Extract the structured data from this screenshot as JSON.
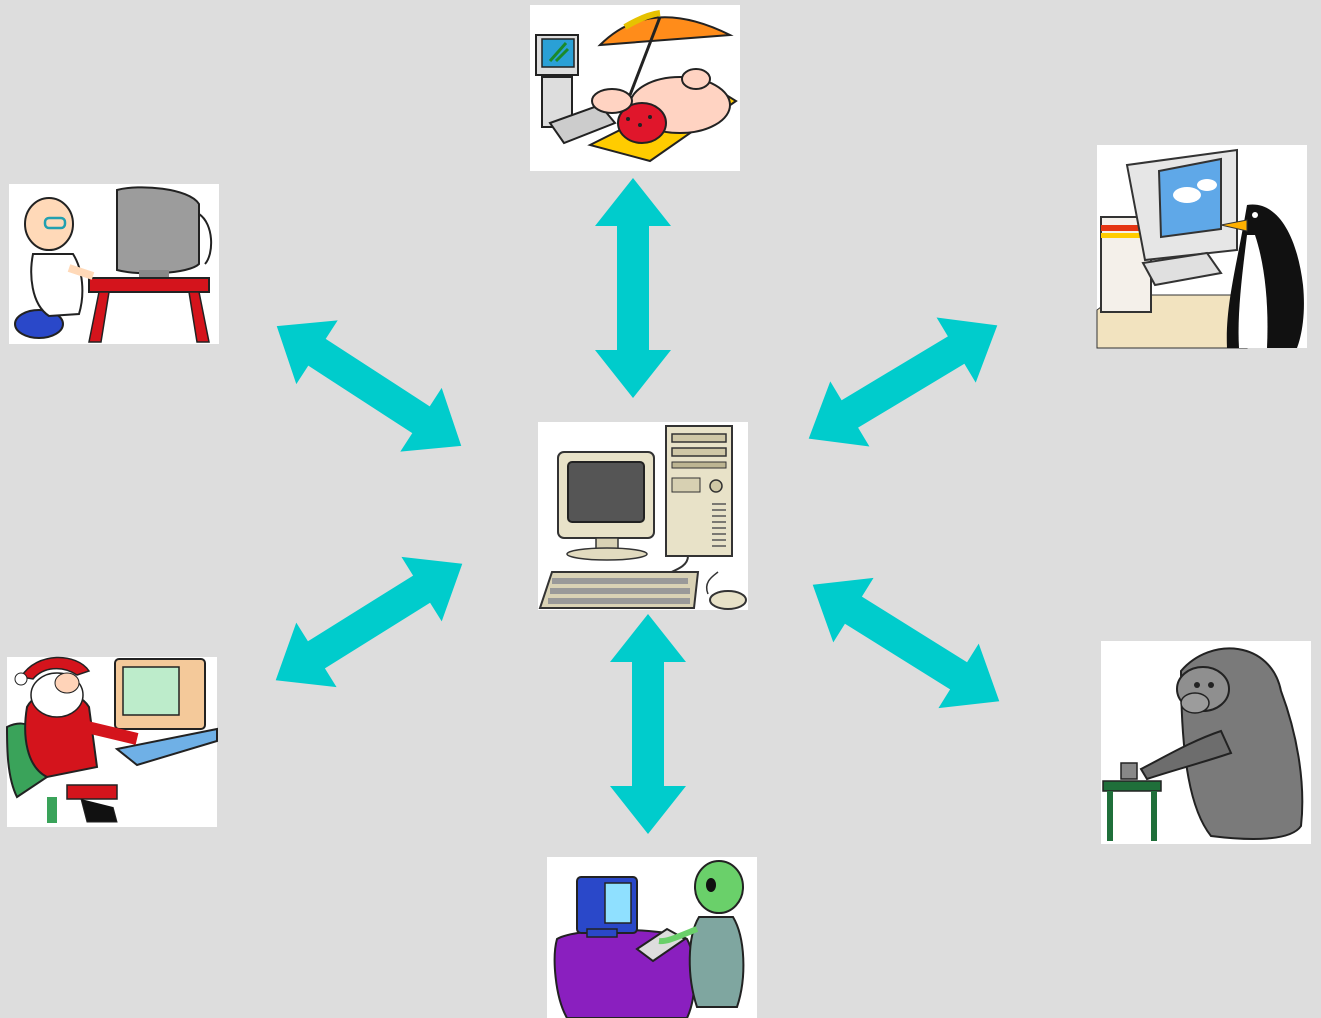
{
  "colors": {
    "background": "#dddddd",
    "arrow": "#00cccc",
    "tile": "#ffffff"
  },
  "hub": {
    "icon": "desktop-computer-icon"
  },
  "nodes": [
    {
      "id": "beach",
      "icon": "sunbather-laptop-icon"
    },
    {
      "id": "penguin",
      "icon": "penguin-computer-icon"
    },
    {
      "id": "gorilla",
      "icon": "gorilla-computer-icon"
    },
    {
      "id": "alien",
      "icon": "alien-computer-icon"
    },
    {
      "id": "santa",
      "icon": "santa-computer-icon"
    },
    {
      "id": "baby",
      "icon": "baby-computer-icon"
    }
  ],
  "arrows": [
    "beach",
    "penguin",
    "gorilla",
    "alien",
    "santa",
    "baby"
  ]
}
